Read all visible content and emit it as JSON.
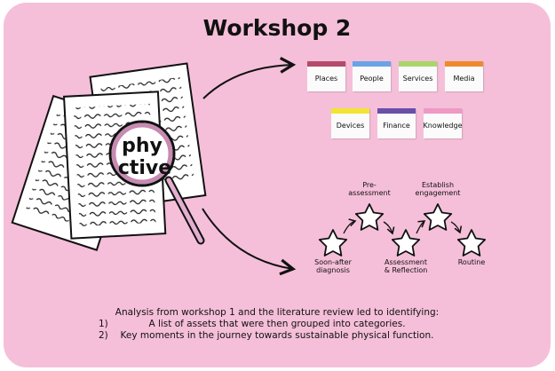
{
  "title": "Workshop 2",
  "magnifier_text": {
    "line1": "phy",
    "line2": "ctive"
  },
  "categories": [
    {
      "label": "Places",
      "color": "#b54a6a"
    },
    {
      "label": "People",
      "color": "#6aa3e6"
    },
    {
      "label": "Services",
      "color": "#a8d66a"
    },
    {
      "label": "Media",
      "color": "#ef8a2c"
    },
    {
      "label": "Devices",
      "color": "#f2e434"
    },
    {
      "label": "Finance",
      "color": "#6a4fa8"
    },
    {
      "label": "Knowledge",
      "color": "#ee9ac4"
    }
  ],
  "journey": [
    {
      "label": "Soon-after\ndiagnosis"
    },
    {
      "label": "Pre-\nassessment"
    },
    {
      "label": "Assessment\n& Reflection"
    },
    {
      "label": "Establish\nengagement"
    },
    {
      "label": "Routine"
    }
  ],
  "footer": {
    "intro": "Analysis from workshop 1 and the literature review led to identifying:",
    "items": [
      {
        "num": "1)",
        "text": "A list of assets that were then grouped into categories."
      },
      {
        "num": "2)",
        "text": "Key moments in the journey towards sustainable physical function."
      }
    ]
  }
}
